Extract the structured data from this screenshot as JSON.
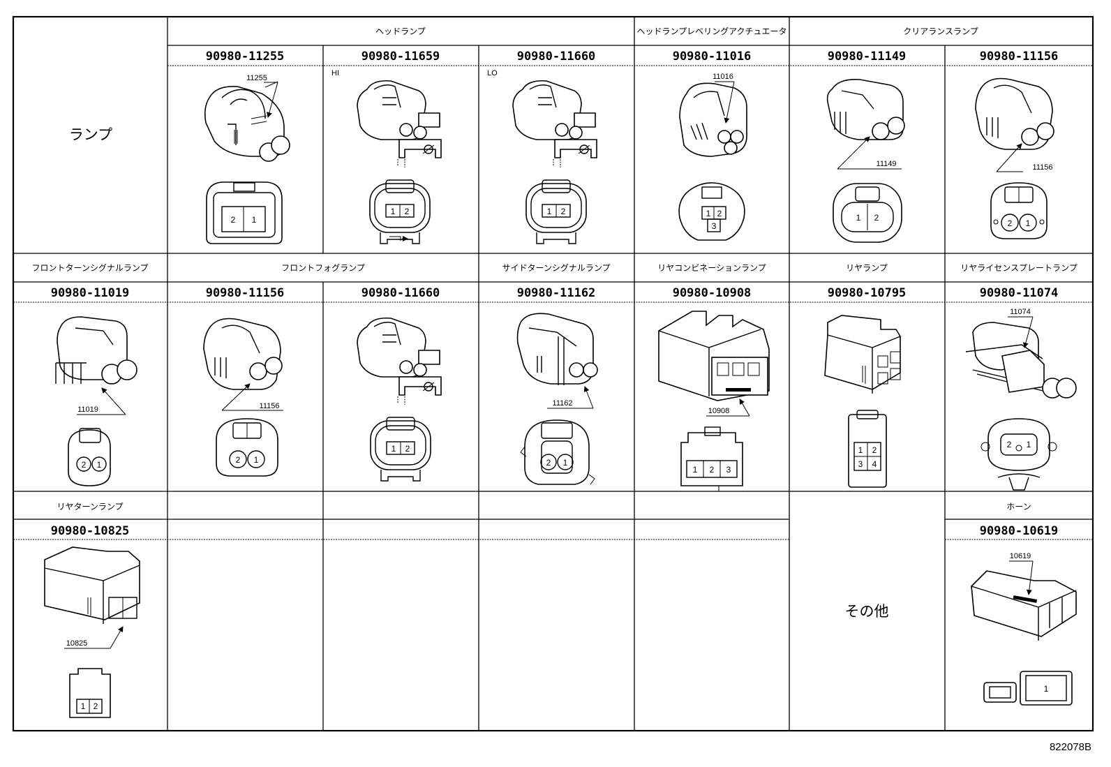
{
  "rows": [
    {
      "category": "ランプ",
      "groups": [
        "ヘッドランプ",
        "ヘッドランプレベリングアクチュエータ",
        "クリアランスランプ"
      ],
      "cells": [
        {
          "part_no": "90980-11255",
          "label": "11255",
          "note": "",
          "pins": [
            "2",
            "1"
          ]
        },
        {
          "part_no": "90980-11659",
          "label": "",
          "note": "HI",
          "pins": [
            "1",
            "2"
          ]
        },
        {
          "part_no": "90980-11660",
          "label": "",
          "note": "LO",
          "pins": [
            "1",
            "2"
          ]
        },
        {
          "part_no": "90980-11016",
          "label": "11016",
          "note": "",
          "pins": [
            "1",
            "2",
            "3"
          ]
        },
        {
          "part_no": "90980-11149",
          "label": "11149",
          "note": "",
          "pins": [
            "1",
            "2"
          ]
        },
        {
          "part_no": "90980-11156",
          "label": "11156",
          "note": "",
          "pins": [
            "2",
            "1"
          ]
        }
      ]
    },
    {
      "groups": [
        "フロントターンシグナルランプ",
        "フロントフォグランプ",
        "サイドターンシグナルランプ",
        "リヤコンビネーションランプ",
        "リヤランプ",
        "リヤライセンスプレートランプ"
      ],
      "cells": [
        {
          "part_no": "90980-11019",
          "label": "11019",
          "pins": [
            "2",
            "1"
          ]
        },
        {
          "part_no": "90980-11156",
          "label": "11156",
          "pins": [
            "2",
            "1"
          ]
        },
        {
          "part_no": "90980-11660",
          "label": "",
          "pins": [
            "1",
            "2"
          ]
        },
        {
          "part_no": "90980-11162",
          "label": "11162",
          "pins": [
            "2",
            "1"
          ]
        },
        {
          "part_no": "90980-10908",
          "label": "10908",
          "pins": [
            "1",
            "2",
            "3"
          ]
        },
        {
          "part_no": "90980-10795",
          "label": "",
          "pins": [
            "1",
            "2",
            "3",
            "4"
          ]
        },
        {
          "part_no": "90980-11074",
          "label": "11074",
          "pins": [
            "2",
            "1"
          ]
        }
      ]
    },
    {
      "groups": [
        "リヤターンランプ",
        "ホーン"
      ],
      "other_label": "その他",
      "cells": [
        {
          "part_no": "90980-10825",
          "label": "10825",
          "pins": [
            "1",
            "2"
          ]
        },
        {
          "part_no": "90980-10619",
          "label": "10619",
          "pins": [
            "1"
          ]
        }
      ]
    }
  ],
  "figure_ref": "822078B",
  "colors": {
    "ink": "#000000",
    "paper": "#ffffff"
  }
}
